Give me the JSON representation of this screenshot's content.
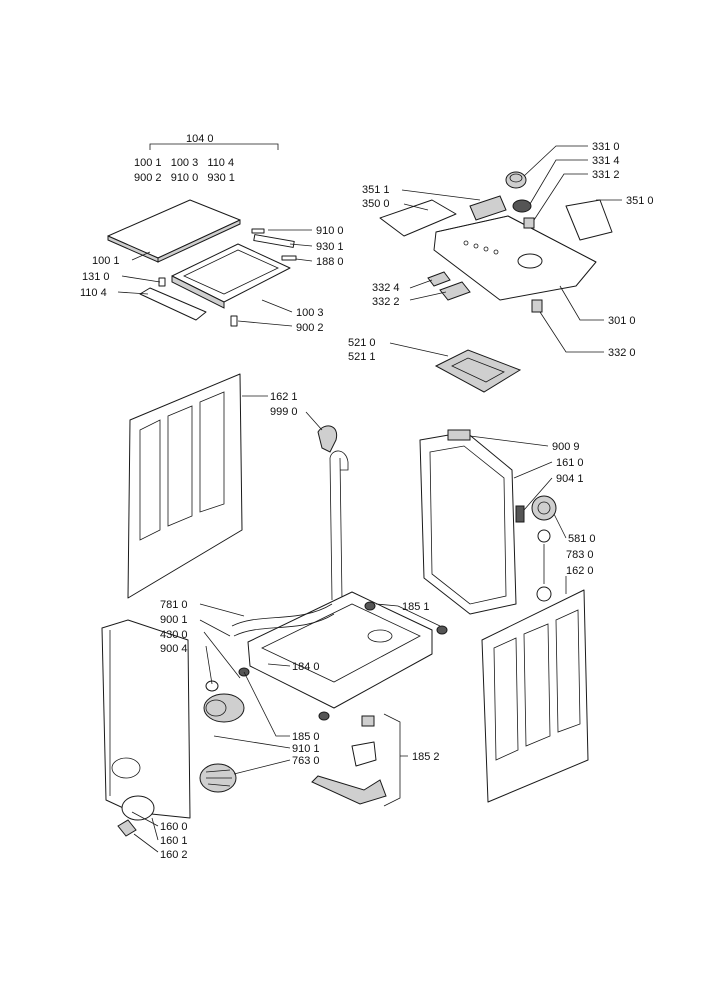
{
  "callouts": {
    "c1040": "104 0",
    "g1040_row1": "100 1   100 3   110 4",
    "g1040_row2": "900 2   910 0   930 1",
    "c9100": "910 0",
    "c9301": "930 1",
    "c1880": "188 0",
    "c1001": "100 1",
    "c1310": "131 0",
    "c1104": "110 4",
    "c1003": "100 3",
    "c9002": "900 2",
    "c3310": "331 0",
    "c3314": "331 4",
    "c3312": "331 2",
    "c3511a": "351 1",
    "c3500": "350 0",
    "c3510": "351 0",
    "c3324": "332 4",
    "c3322": "332 2",
    "c3010": "301 0",
    "c3320": "332 0",
    "c5210": "521 0",
    "c5211": "521 1",
    "c1621": "162 1",
    "c9990": "999 0",
    "c9009": "900 9",
    "c1610": "161 0",
    "c9041": "904 1",
    "c5810": "581 0",
    "c7830": "783 0",
    "c1620": "162 0",
    "c7810": "781 0",
    "c9001": "900 1",
    "c4300": "430 0",
    "c9004": "900 4",
    "c1851": "185 1",
    "c1840": "184 0",
    "c1850": "185 0",
    "c9101": "910 1",
    "c7630": "763 0",
    "c1852": "185 2",
    "c1600": "160 0",
    "c1601": "160 1",
    "c1602": "160 2"
  }
}
